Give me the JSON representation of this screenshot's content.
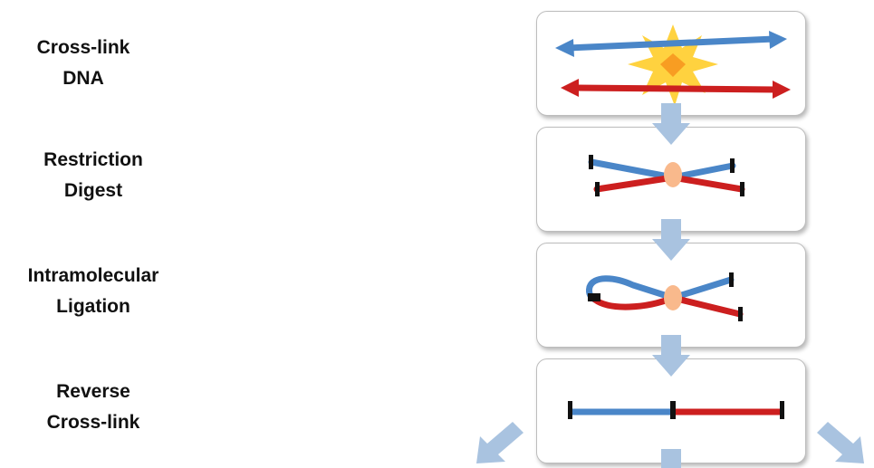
{
  "steps": [
    {
      "label_line1": "Cross-link",
      "label_line2": "DNA"
    },
    {
      "label_line1": "Restriction",
      "label_line2": "Digest"
    },
    {
      "label_line1": "Intramolecular",
      "label_line2": "Ligation"
    },
    {
      "label_line1": "Reverse",
      "label_line2": "Cross-link"
    }
  ],
  "colors": {
    "strand_a": "#4a86c8",
    "strand_b": "#cc1f1f",
    "crosslink_burst": "#ffd23f",
    "crosslink_core": "#f7941d",
    "crosslink_site": "#f9b98c",
    "flow_arrow": "#a9c3e0",
    "cut_end": "#111111"
  }
}
